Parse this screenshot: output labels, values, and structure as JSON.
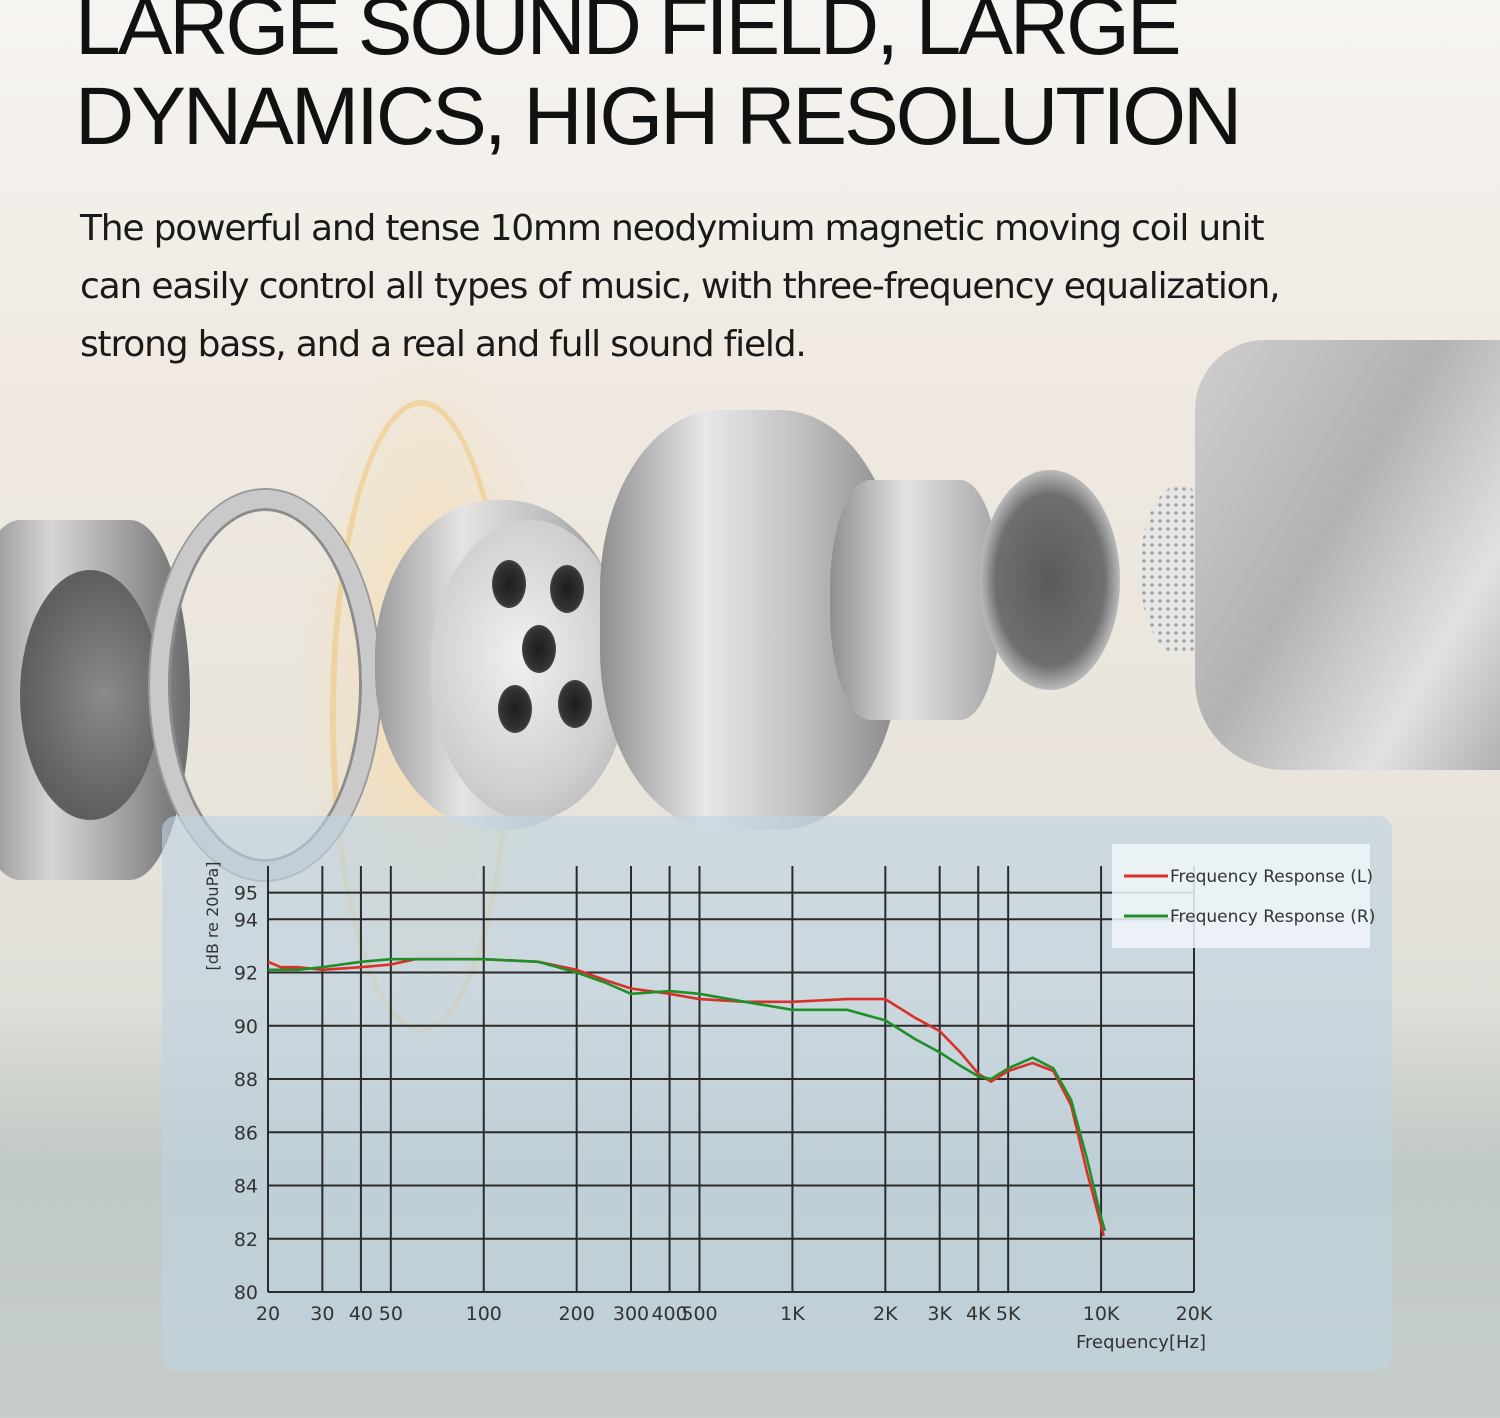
{
  "headline": {
    "line1": "LARGE SOUND FIELD, LARGE",
    "line2": "DYNAMICS, HIGH RESOLUTION"
  },
  "description": {
    "line1": "The powerful and tense 10mm neodymium magnetic moving coil unit",
    "line2": "can easily control all types of music, with three-frequency equalization,",
    "line3": "strong bass, and a real and full sound field."
  },
  "chart_data": {
    "type": "line",
    "title": "",
    "xlabel": "Frequency[Hz]",
    "ylabel": "[dB re 20uPa]",
    "x_scale": "log",
    "xlim": [
      20,
      20000
    ],
    "ylim": [
      80,
      96
    ],
    "x_ticks": [
      {
        "value": 20,
        "label": "20"
      },
      {
        "value": 30,
        "label": "30"
      },
      {
        "value": 40,
        "label": "40"
      },
      {
        "value": 50,
        "label": "50"
      },
      {
        "value": 100,
        "label": "100"
      },
      {
        "value": 200,
        "label": "200"
      },
      {
        "value": 300,
        "label": "300"
      },
      {
        "value": 400,
        "label": "400"
      },
      {
        "value": 500,
        "label": "500"
      },
      {
        "value": 1000,
        "label": "1K"
      },
      {
        "value": 2000,
        "label": "2K"
      },
      {
        "value": 3000,
        "label": "3K"
      },
      {
        "value": 4000,
        "label": "4K"
      },
      {
        "value": 5000,
        "label": "5K"
      },
      {
        "value": 10000,
        "label": "10K"
      },
      {
        "value": 20000,
        "label": "20K"
      }
    ],
    "y_ticks": [
      {
        "value": 80,
        "label": "80"
      },
      {
        "value": 82,
        "label": "82"
      },
      {
        "value": 84,
        "label": "84"
      },
      {
        "value": 86,
        "label": "86"
      },
      {
        "value": 88,
        "label": "88"
      },
      {
        "value": 90,
        "label": "90"
      },
      {
        "value": 92,
        "label": "92"
      },
      {
        "value": 94,
        "label": "94"
      },
      {
        "value": 95,
        "label": "95"
      }
    ],
    "grid": true,
    "legend": "top-right",
    "series": [
      {
        "name": "Frequency Response (L)",
        "color": "#d9302a",
        "points": [
          [
            20,
            92.4
          ],
          [
            22,
            92.2
          ],
          [
            25,
            92.2
          ],
          [
            30,
            92.1
          ],
          [
            40,
            92.2
          ],
          [
            50,
            92.3
          ],
          [
            60,
            92.5
          ],
          [
            80,
            92.5
          ],
          [
            100,
            92.5
          ],
          [
            150,
            92.4
          ],
          [
            200,
            92.1
          ],
          [
            250,
            91.7
          ],
          [
            300,
            91.4
          ],
          [
            400,
            91.2
          ],
          [
            500,
            91.0
          ],
          [
            700,
            90.9
          ],
          [
            1000,
            90.9
          ],
          [
            1500,
            91.0
          ],
          [
            2000,
            91.0
          ],
          [
            2500,
            90.3
          ],
          [
            3000,
            89.8
          ],
          [
            3500,
            89.0
          ],
          [
            4000,
            88.2
          ],
          [
            4400,
            87.9
          ],
          [
            5000,
            88.3
          ],
          [
            6000,
            88.6
          ],
          [
            7000,
            88.3
          ],
          [
            8000,
            87.0
          ],
          [
            9000,
            84.5
          ],
          [
            10000,
            82.5
          ],
          [
            10200,
            82.1
          ]
        ]
      },
      {
        "name": "Frequency Response (R)",
        "color": "#1f8f2a",
        "points": [
          [
            20,
            92.1
          ],
          [
            25,
            92.1
          ],
          [
            30,
            92.2
          ],
          [
            40,
            92.4
          ],
          [
            50,
            92.5
          ],
          [
            60,
            92.5
          ],
          [
            80,
            92.5
          ],
          [
            100,
            92.5
          ],
          [
            150,
            92.4
          ],
          [
            200,
            92.0
          ],
          [
            250,
            91.6
          ],
          [
            300,
            91.2
          ],
          [
            400,
            91.3
          ],
          [
            500,
            91.2
          ],
          [
            700,
            90.9
          ],
          [
            1000,
            90.6
          ],
          [
            1500,
            90.6
          ],
          [
            2000,
            90.2
          ],
          [
            2500,
            89.5
          ],
          [
            3000,
            89.0
          ],
          [
            3500,
            88.5
          ],
          [
            4000,
            88.1
          ],
          [
            4400,
            88.0
          ],
          [
            5000,
            88.4
          ],
          [
            6000,
            88.8
          ],
          [
            7000,
            88.4
          ],
          [
            8000,
            87.2
          ],
          [
            9000,
            85.0
          ],
          [
            10000,
            82.8
          ],
          [
            10300,
            82.3
          ]
        ]
      }
    ]
  }
}
